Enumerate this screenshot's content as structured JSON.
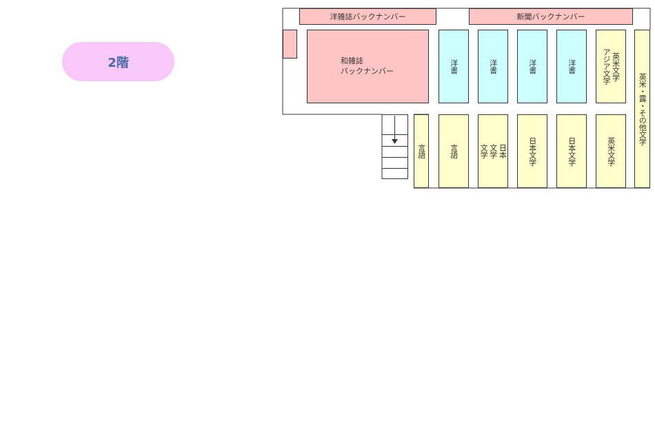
{
  "floor": {
    "label": "2階"
  },
  "map": {
    "top_shelves": [
      {
        "id": "western-magazine-backnumber",
        "label": "洋雑誌バックナンバー"
      },
      {
        "id": "newspaper-backnumber",
        "label": "新聞バックナンバー"
      }
    ],
    "japanese_magazine": {
      "line1": "和雑誌",
      "line2": "バックナンバー"
    },
    "upper_row": [
      {
        "label": "洋書",
        "color": "#ccffff"
      },
      {
        "label": "洋書",
        "color": "#ccffff"
      },
      {
        "label": "洋書",
        "color": "#ccffff"
      },
      {
        "label": "洋書",
        "color": "#ccffff"
      }
    ],
    "asian_lit": {
      "col1": "英米文学",
      "col2": "アジア文学"
    },
    "right_tall": {
      "label": "英米・露・その他文学"
    },
    "lower_row": [
      {
        "label": "言語"
      },
      {
        "label": "言語"
      },
      {
        "col1": "日本",
        "col2": "文学",
        "col3": "文学"
      },
      {
        "label": "日本文学"
      },
      {
        "label": "日本文学"
      },
      {
        "label": "英米文学"
      }
    ],
    "colors": {
      "pink": "#ffc4c4",
      "cyan": "#ccffff",
      "yellow": "#ffffcc",
      "badge": "#f8c8f8",
      "badge_text": "#4a68a8"
    }
  }
}
